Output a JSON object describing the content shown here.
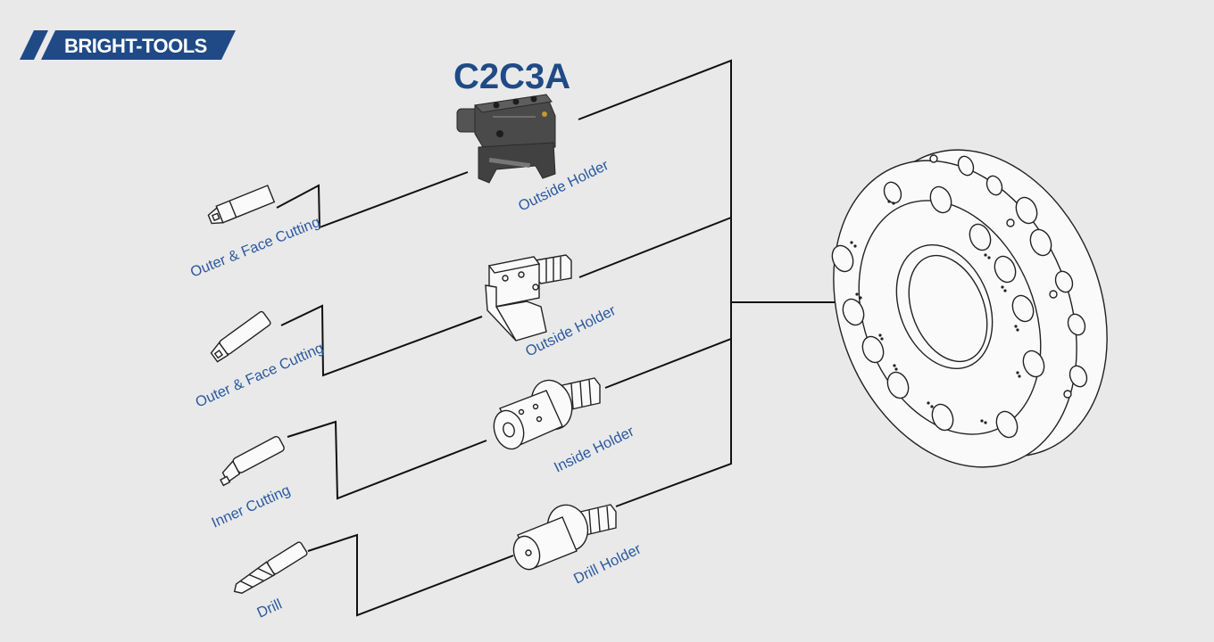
{
  "brand": {
    "name": "BRIGHT-TOOLS",
    "color": "#1f4a86"
  },
  "diagram_title": "C2C3A",
  "tools": [
    {
      "id": "outer-face-cutting-1",
      "label": "Outer & Face Cutting",
      "icon": "turning-tool-icon"
    },
    {
      "id": "outer-face-cutting-2",
      "label": "Outer & Face Cutting",
      "icon": "turning-tool-icon"
    },
    {
      "id": "inner-cutting",
      "label": "Inner Cutting",
      "icon": "boring-bar-icon"
    },
    {
      "id": "drill",
      "label": "Drill",
      "icon": "drill-bit-icon"
    }
  ],
  "holders": [
    {
      "id": "outside-holder-1",
      "label": "Outside  Holder",
      "icon": "outside-holder-icon"
    },
    {
      "id": "outside-holder-2",
      "label": "Outside  Holder",
      "icon": "outside-holder-icon"
    },
    {
      "id": "inside-holder",
      "label": "Inside Holder",
      "icon": "inside-holder-icon"
    },
    {
      "id": "drill-holder",
      "label": "Drill Holder",
      "icon": "drill-holder-icon"
    }
  ],
  "turret": {
    "icon": "turret-disc-icon"
  },
  "colors": {
    "background": "#e9e9e9",
    "label": "#2b5aa0",
    "line": "#111111"
  }
}
